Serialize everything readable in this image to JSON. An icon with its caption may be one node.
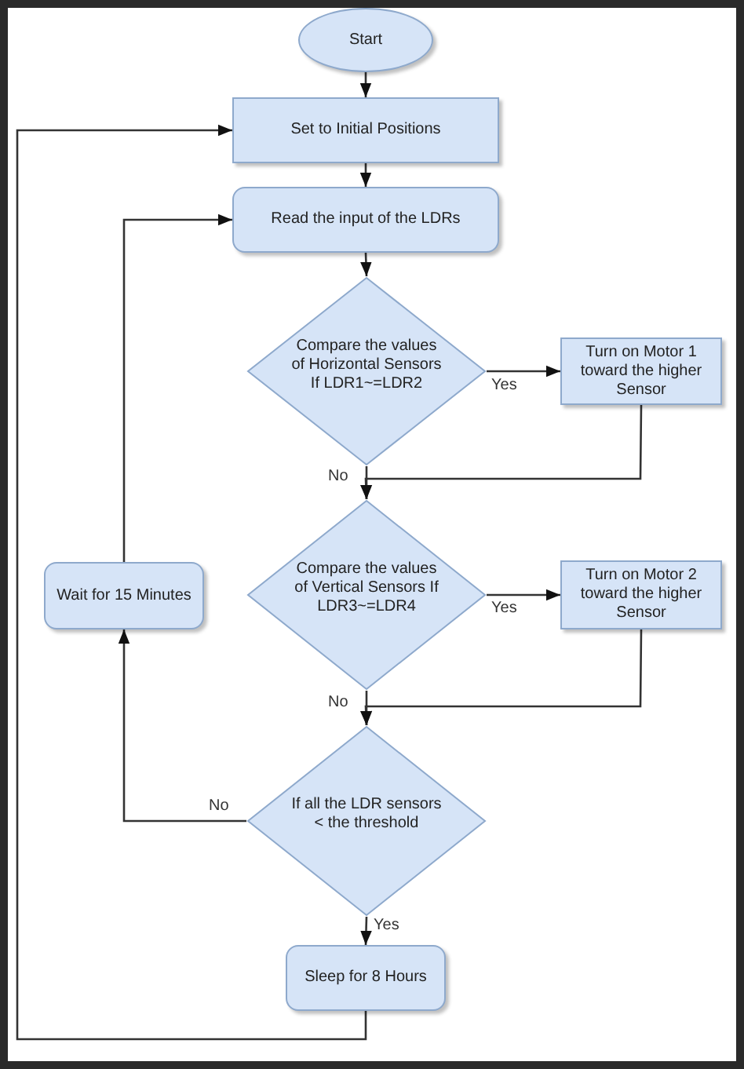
{
  "diagram": {
    "nodes": [
      {
        "text": [
          "Start"
        ]
      },
      {
        "text": [
          "Set to Initial Positions"
        ]
      },
      {
        "text": [
          "Read the input of the LDRs"
        ]
      },
      {
        "text": [
          "Compare the values of Horizontal Sensors If LDR1~=LDR2"
        ]
      },
      {
        "text": [
          "Turn on Motor 1 toward the higher Sensor"
        ]
      },
      {
        "text": [
          "Compare the values of Vertical Sensors If LDR3~=LDR4"
        ]
      },
      {
        "text": [
          "Turn on Motor 2 toward the higher Sensor"
        ]
      },
      {
        "text": [
          "Wait for 15 Minutes"
        ]
      },
      {
        "text": [
          "If all the LDR sensors < the threshold"
        ]
      },
      {
        "text": [
          "Sleep for 8 Hours"
        ]
      }
    ],
    "edges": [
      {
        "from": 0,
        "to": 1,
        "arrow": "to"
      },
      {
        "from": 1,
        "to": 2,
        "arrow": "to"
      },
      {
        "from": 2,
        "to": 3,
        "arrow": "to"
      },
      {
        "from": 3,
        "to": 4,
        "arrow": "to",
        "label": "Yes"
      },
      {
        "from": 3,
        "to": 5,
        "arrow": "to",
        "label": "No"
      },
      {
        "from": 4,
        "to": 5,
        "arrow": "to"
      },
      {
        "from": 5,
        "to": 6,
        "arrow": "to",
        "label": "Yes"
      },
      {
        "from": 5,
        "to": 8,
        "arrow": "to",
        "label": "No"
      },
      {
        "from": 6,
        "to": 8,
        "arrow": "to"
      },
      {
        "from": 8,
        "to": 7,
        "arrow": "to",
        "label": "No"
      },
      {
        "from": 7,
        "to": 2,
        "arrow": "to"
      },
      {
        "from": 8,
        "to": 9,
        "arrow": "to",
        "label": "Yes"
      },
      {
        "from": 9,
        "to": 1,
        "arrow": "to"
      }
    ]
  }
}
